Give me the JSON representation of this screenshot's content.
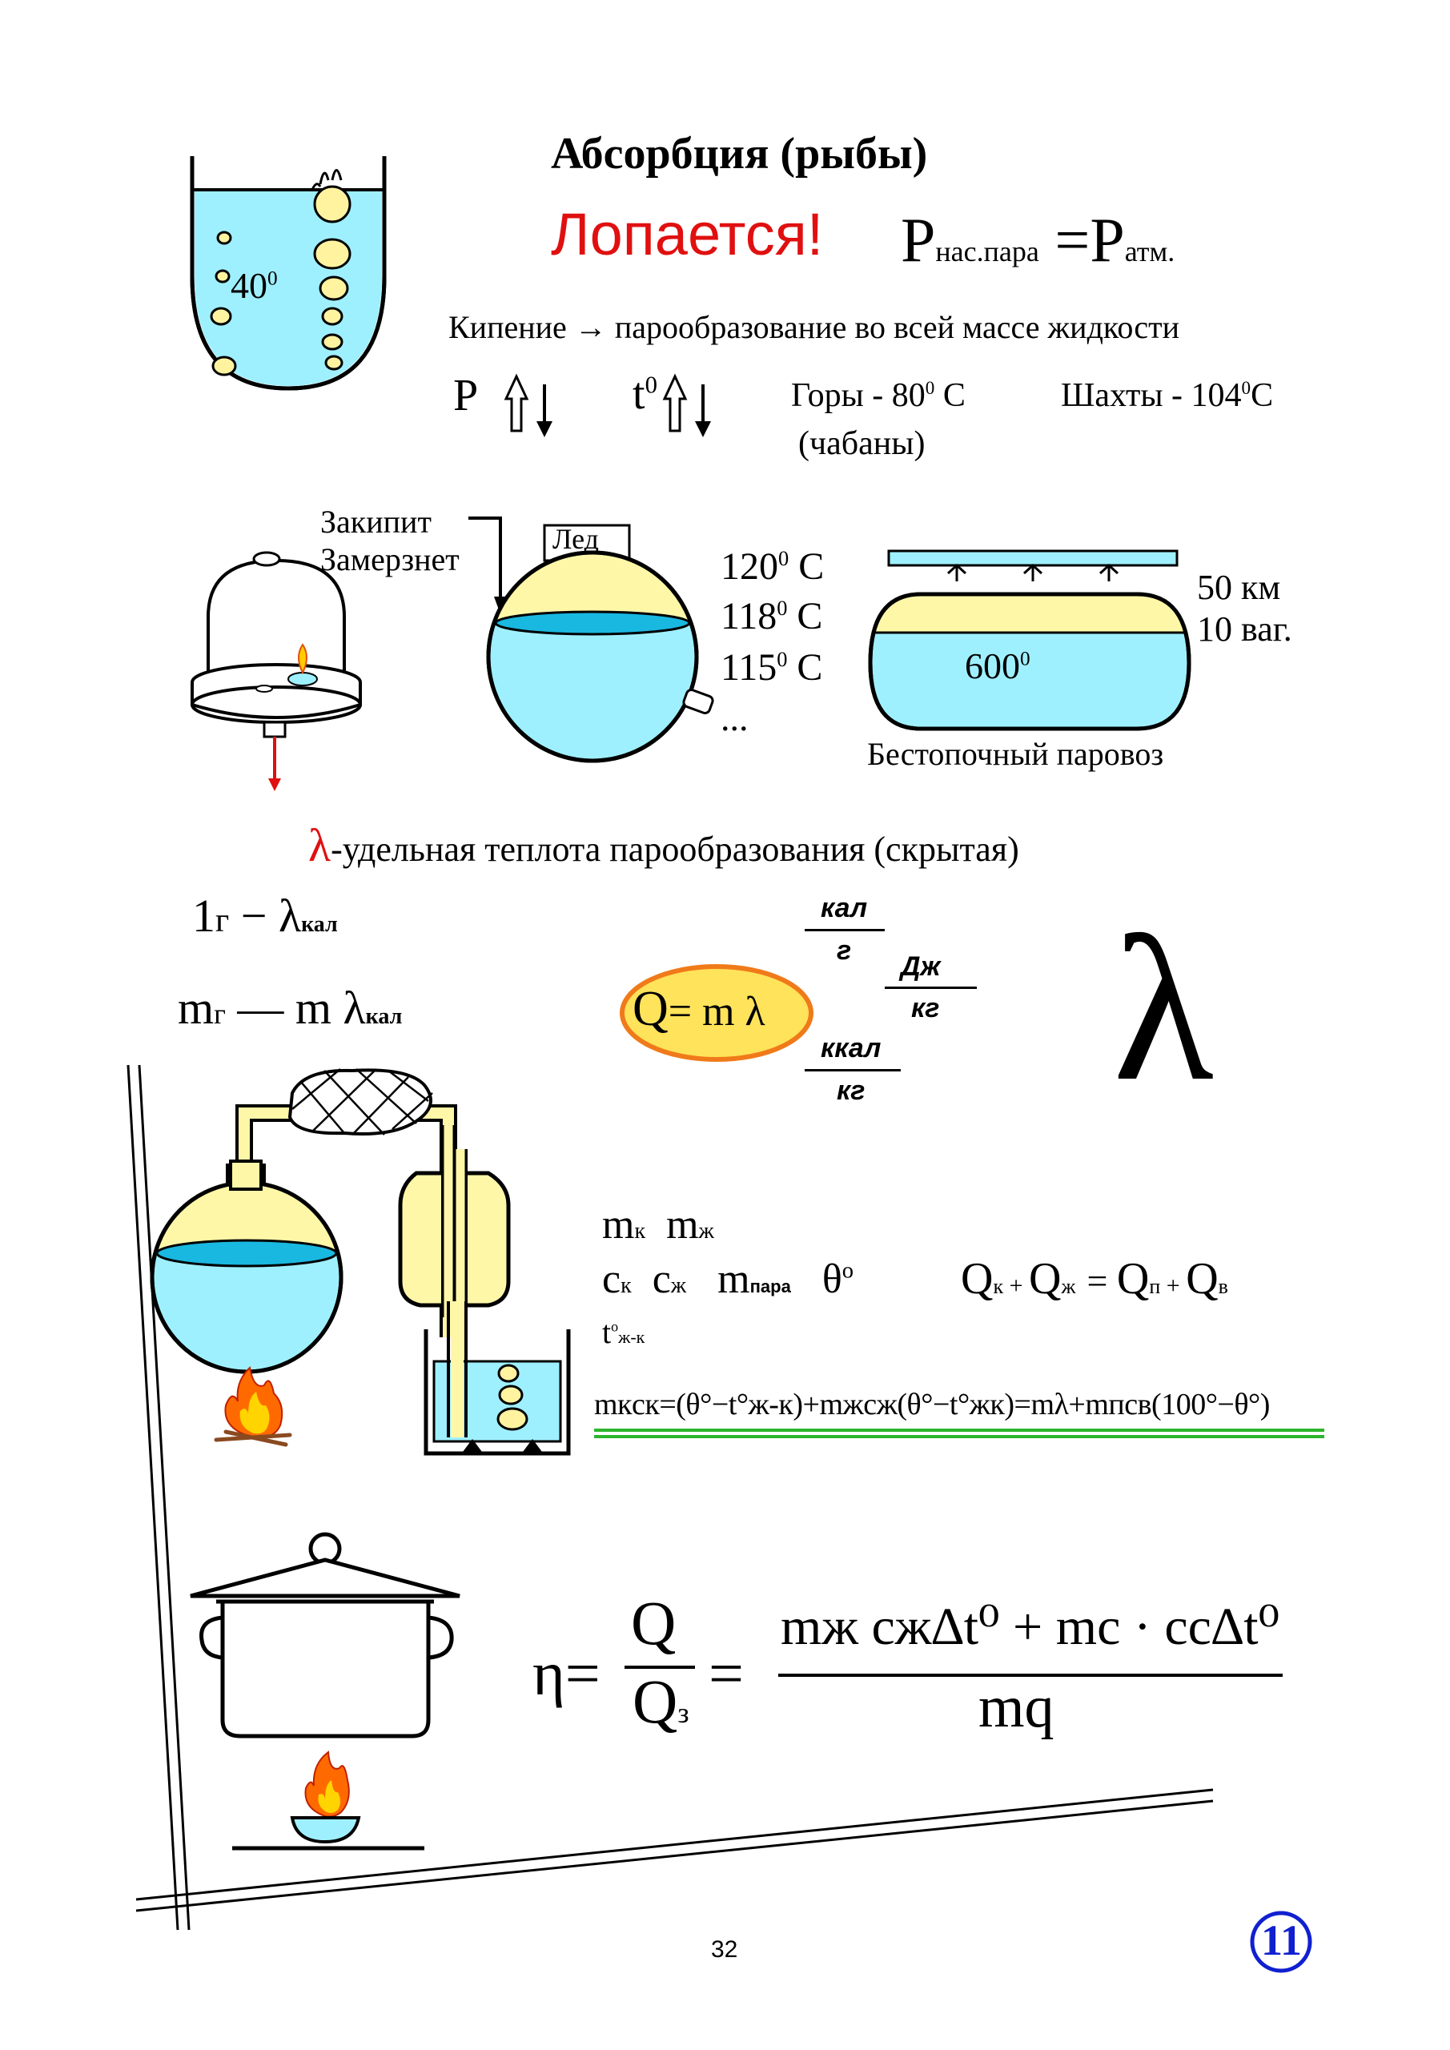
{
  "title": "Абсорбция (рыбы)",
  "burst": "Лопается!",
  "boiling_condition": {
    "p": "P",
    "p_sub": "нас.пара",
    "eq": "=P",
    "atm_sub": "атм."
  },
  "beaker_temp": "40",
  "beaker_temp_sup": "0",
  "boiling_def": "Кипение → парообразование во всей массе жидкости",
  "pressure_label": "P",
  "temp_label": "t",
  "temp_label_sup": "0",
  "mountains": "Горы - 80",
  "mountains_unit": " С",
  "mountains_note": "(чабаны)",
  "mines": "Шахты - 104",
  "mines_unit": "С",
  "bell_labels": [
    "Закипит",
    "Замерзнет"
  ],
  "ice_label": "Лед",
  "temps": [
    {
      "value": "120",
      "unit": " С"
    },
    {
      "value": "118",
      "unit": " С"
    },
    {
      "value": "115",
      "unit": " С"
    }
  ],
  "temps_more": "...",
  "locomotive": {
    "temp": "600",
    "distance": "50 км",
    "wagons": "10 ваг.",
    "caption": "Бестопочный паровоз"
  },
  "lambda_symbol": "λ",
  "lambda_def": "-удельная  теплота парообразования (скрытая)",
  "relation1": {
    "left": "1",
    "unit": "г",
    "dash": "−",
    "right": "λ",
    "right_sub": "кал"
  },
  "relation2": {
    "left": "m",
    "unit": "г",
    "dash": "—",
    "right": "m λ",
    "right_sub": "кал"
  },
  "formula_box": {
    "q": "Q",
    "eq": "= m λ"
  },
  "units": [
    {
      "num": "кал",
      "den": "г"
    },
    {
      "num": "Дж",
      "den": "кг"
    },
    {
      "num": "ккал",
      "den": "кг"
    }
  ],
  "big_lambda": "λ",
  "vars": {
    "row1": [
      "m",
      "к",
      "m",
      "ж"
    ],
    "row2": [
      "c",
      "к",
      "c",
      "ж",
      "m",
      "пара",
      "θ",
      "o"
    ],
    "row3": [
      "t",
      "o",
      "ж-к"
    ]
  },
  "balance": {
    "qk": "Q",
    "k": "к",
    "qzh": "Q",
    "zh": "ж",
    "qp": "Q",
    "p": "п",
    "qv": "Q",
    "v": "в"
  },
  "long_equation": "mкcк=(θ°−t°ж-к)+mжcж(θ°−t°жк)=mλ+mпcв(100°−θ°)",
  "efficiency": {
    "eta": "η=",
    "num": "Q",
    "den": "Q",
    "den_sub": "з",
    "rhs_num": "mж cж∆t⁰ + mс · cс∆t⁰",
    "rhs_den": "mq"
  },
  "page_number": "32",
  "badge": "11",
  "colors": {
    "water": "#9ff0ff",
    "water_dark": "#19b8e0",
    "bubble": "#fff3a0",
    "cream": "#fff7a8",
    "orange_ring": "#f07a1a",
    "formula_fill": "#ffe35a",
    "red": "#e01010",
    "green": "#2bb52b",
    "blue_badge": "#1020d0"
  }
}
